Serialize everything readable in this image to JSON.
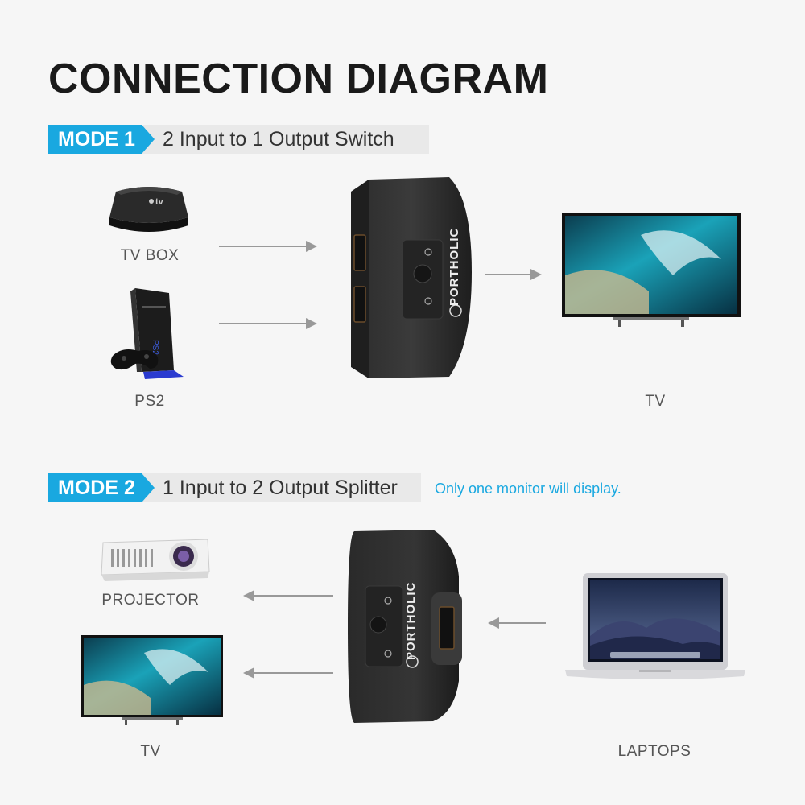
{
  "title": "CONNECTION DIAGRAM",
  "mode1": {
    "tag": "MODE 1",
    "description": "2 Input to 1 Output Switch",
    "inputs": [
      "TV BOX",
      "PS2"
    ],
    "output": "TV",
    "device_brand": "PORTHOLIC"
  },
  "mode2": {
    "tag": "MODE 2",
    "description": "1 Input to 2 Output Splitter",
    "note": "Only one monitor will display.",
    "outputs": [
      "PROJECTOR",
      "TV"
    ],
    "input": "LAPTOPS",
    "device_brand": "PORTHOLIC"
  },
  "colors": {
    "accent": "#19a8e0",
    "text": "#1a1a1a",
    "arrow": "#999999"
  }
}
